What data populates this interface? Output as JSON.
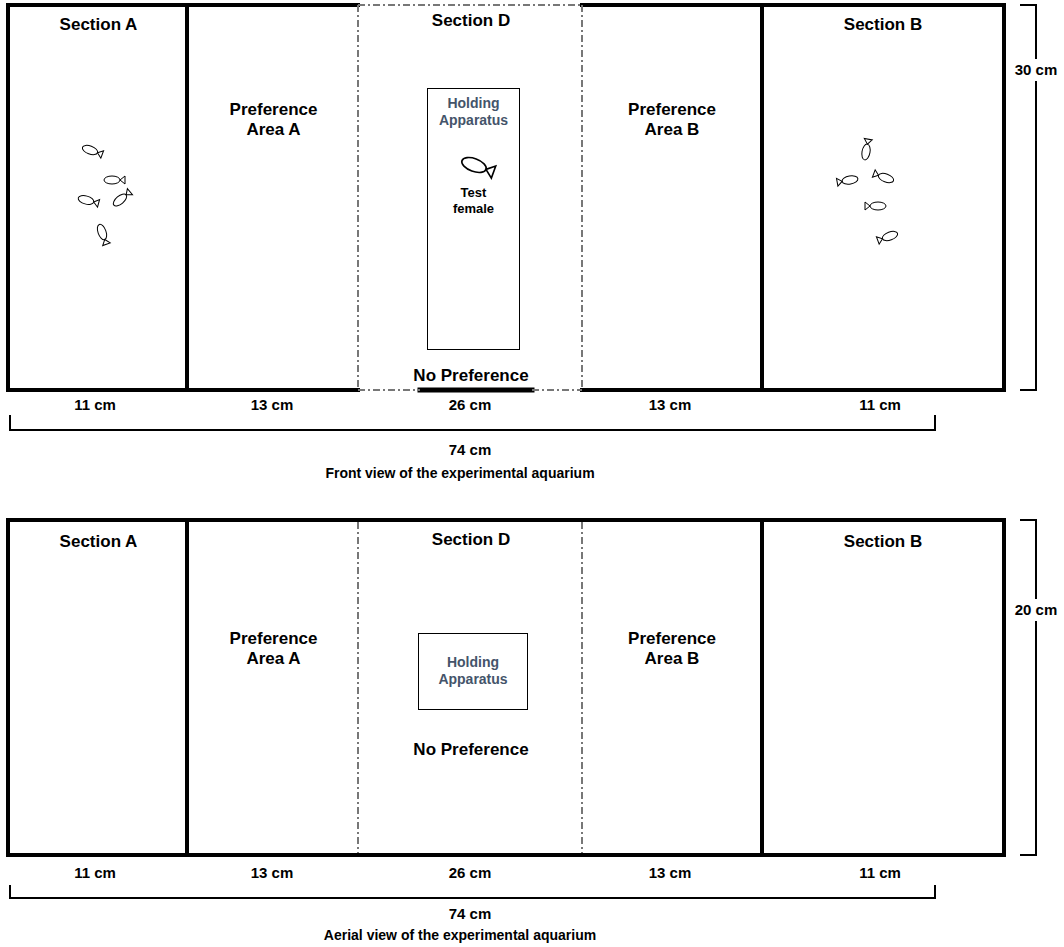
{
  "diagram": {
    "nodes": [
      {
        "text": [
          "Section A"
        ]
      },
      {
        "text": [
          "Preference Area A"
        ]
      },
      {
        "text": [
          "Section D",
          "No Preference"
        ]
      },
      {
        "text": [
          "Holding Apparatus",
          "Test female"
        ],
        "in": 2
      },
      {
        "text": [
          "Preference Area B"
        ]
      },
      {
        "text": [
          "Section B"
        ]
      },
      {
        "text": [
          "Section A"
        ]
      },
      {
        "text": [
          "Preference Area A"
        ]
      },
      {
        "text": [
          "Section D",
          "No Preference"
        ]
      },
      {
        "text": [
          "Holding Apparatus"
        ],
        "in": 8
      },
      {
        "text": [
          "Preference Area B"
        ]
      },
      {
        "text": [
          "Section B"
        ]
      }
    ],
    "labels": [
      "11 cm",
      "13 cm",
      "26 cm",
      "13 cm",
      "11 cm",
      "74 cm",
      "30 cm",
      "Front view of the experimental aquarium",
      "11 cm",
      "13 cm",
      "26 cm",
      "13 cm",
      "11 cm",
      "74 cm",
      "20 cm",
      "Aerial view of the experimental aquarium"
    ]
  }
}
